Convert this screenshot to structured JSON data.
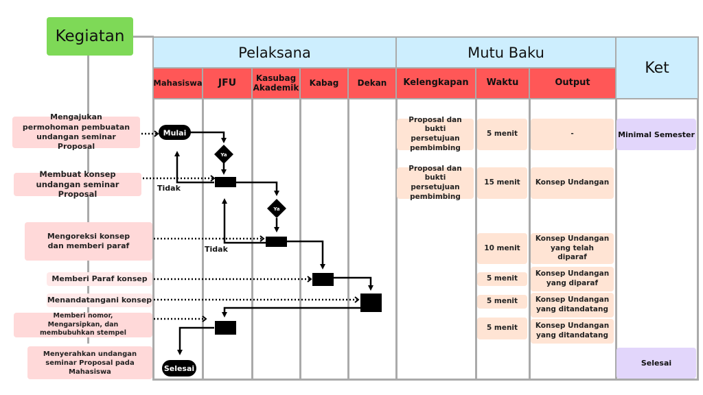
{
  "title": "Kegiatan",
  "headers": {
    "pelaksana": "Pelaksana",
    "mutu_baku": "Mutu Baku",
    "ket": "Ket",
    "pelaksana_cols": [
      "Mahasiswa",
      "JFU",
      "Kasubag Akademik",
      "Kabag",
      "Dekan"
    ],
    "mutu_baku_cols": [
      "Kelengkapan",
      "Waktu",
      "Output"
    ]
  },
  "activities": [
    "Mengajukan permohoman pembuatan undangan seminar Proposal",
    "Membuat konsep undangan seminar Proposal",
    "Mengoreksi konsep dan memberi paraf",
    "Memberi Paraf konsep",
    "Menandatangani konsep",
    "Memberi nomor, Mengarsipkan, dan membubuhkan stempel",
    "Menyerahkan undangan seminar Proposal pada Mahasiswa"
  ],
  "flow": {
    "start": "Mulai",
    "end": "Selesai",
    "decision_yes": "Ya",
    "decision_no": "Tidak"
  },
  "mutu_baku": {
    "kelengkapan": [
      "Proposal dan bukti persetujuan pembimbing",
      "Proposal dan bukti persetujuan pembimbing"
    ],
    "waktu": [
      "5 menit",
      "15 menit",
      "10 menit",
      "5 menit",
      "5 menit",
      "5 menit"
    ],
    "output": [
      "-",
      "Konsep Undangan",
      "Konsep Undangan yang telah diparaf",
      "Konsep Undangan yang diparaf",
      "Konsep Undangan yang ditandatang",
      "Konsep Undangan yang ditandatang"
    ]
  },
  "ket": [
    "Minimal Semester",
    "Selesai"
  ],
  "colors": {
    "kegiatan": "#7ed957",
    "group_header": "#cdeefe",
    "sub_header": "#ff5757",
    "activity": "#ffd9d9",
    "mutu_baku_cell": "#ffe4d4",
    "ket_cell": "#e2d6fb"
  }
}
